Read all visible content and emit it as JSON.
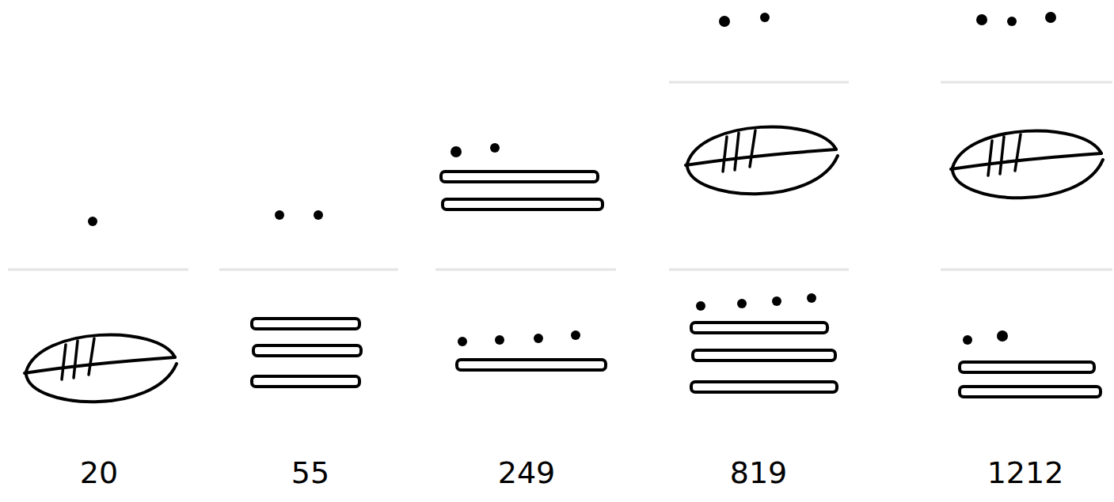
{
  "diagram": {
    "labels": [
      "20",
      "55",
      "249",
      "819",
      "1212"
    ]
  }
}
